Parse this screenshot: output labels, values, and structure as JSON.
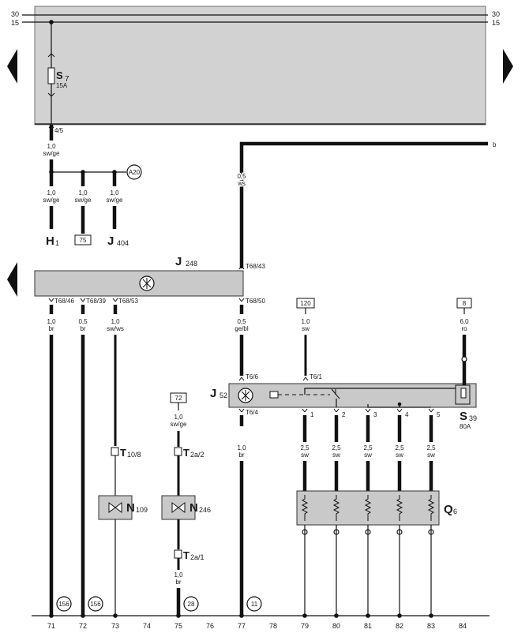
{
  "rails": {
    "rail_30": "30",
    "rail_15": "15"
  },
  "fuse_s7": {
    "main": "S",
    "sub": "7",
    "rating": "15A",
    "pin": "4/5"
  },
  "wires": {
    "w_top_left": {
      "size": "1,0",
      "color": "sw/ge"
    },
    "w_h1": {
      "size": "1,0",
      "color": "sw/ge"
    },
    "w_75": {
      "size": "1,0",
      "color": "sw/ge"
    },
    "w_j404": {
      "size": "1,0",
      "color": "sw/ge"
    },
    "w_j248_in": {
      "size": "0,5",
      "color": "ws"
    },
    "w_71": {
      "size": "1,0",
      "color": "br"
    },
    "w_72": {
      "size": "0,5",
      "color": "br"
    },
    "w_73": {
      "size": "1,0",
      "color": "sw/ws"
    },
    "w_77a": {
      "size": "0,5",
      "color": "ge/bl"
    },
    "w_79in": {
      "size": "1,0",
      "color": "sw"
    },
    "w_s39in": {
      "size": "6,0",
      "color": "ro"
    },
    "w_75b": {
      "size": "1,0",
      "color": "sw/ge"
    },
    "w_75c": {
      "size": "1,0",
      "color": "br"
    },
    "w_77b": {
      "size": "1,0",
      "color": "br"
    },
    "w_79": {
      "size": "2,5",
      "color": "sw"
    },
    "w_80": {
      "size": "2,5",
      "color": "sw"
    },
    "w_81": {
      "size": "2,5",
      "color": "sw"
    },
    "w_82": {
      "size": "2,5",
      "color": "sw"
    },
    "w_83": {
      "size": "2,5",
      "color": "sw"
    }
  },
  "connector_a20": "A20",
  "refs": {
    "r75": "75",
    "r120": "120",
    "r8": "8",
    "r72": "72"
  },
  "components": {
    "h1": {
      "main": "H",
      "sub": "1"
    },
    "j404": {
      "main": "J",
      "sub": "404"
    },
    "j248": {
      "main": "J",
      "sub": "248"
    },
    "j52": {
      "main": "J",
      "sub": "52"
    },
    "s39": {
      "main": "S",
      "sub": "39",
      "rating": "80A"
    },
    "q6": {
      "main": "Q",
      "sub": "6"
    },
    "n109": {
      "main": "N",
      "sub": "109"
    },
    "n246": {
      "main": "N",
      "sub": "246"
    }
  },
  "pins": {
    "t68_43": "T68/43",
    "t68_46": "T68/46",
    "t68_39": "T68/39",
    "t68_53": "T68/53",
    "t68_50": "T68/50",
    "t6_6": "T6/6",
    "t6_1": "T6/1",
    "t6_4": "T6/4",
    "p1": "1",
    "p2": "2",
    "p3": "3",
    "p4": "4",
    "p5": "5"
  },
  "connectors": {
    "t10_8": {
      "main": "T",
      "sub": "10/8"
    },
    "t2a_2": {
      "main": "T",
      "sub": "2a/2"
    },
    "t2a_1": {
      "main": "T",
      "sub": "2a/1"
    }
  },
  "line_b": "b",
  "grounds": {
    "g156a": "156",
    "g156b": "156",
    "g28": "28",
    "g11": "11"
  },
  "track_numbers": [
    "71",
    "72",
    "73",
    "74",
    "75",
    "76",
    "77",
    "78",
    "79",
    "80",
    "81",
    "82",
    "83",
    "84"
  ]
}
